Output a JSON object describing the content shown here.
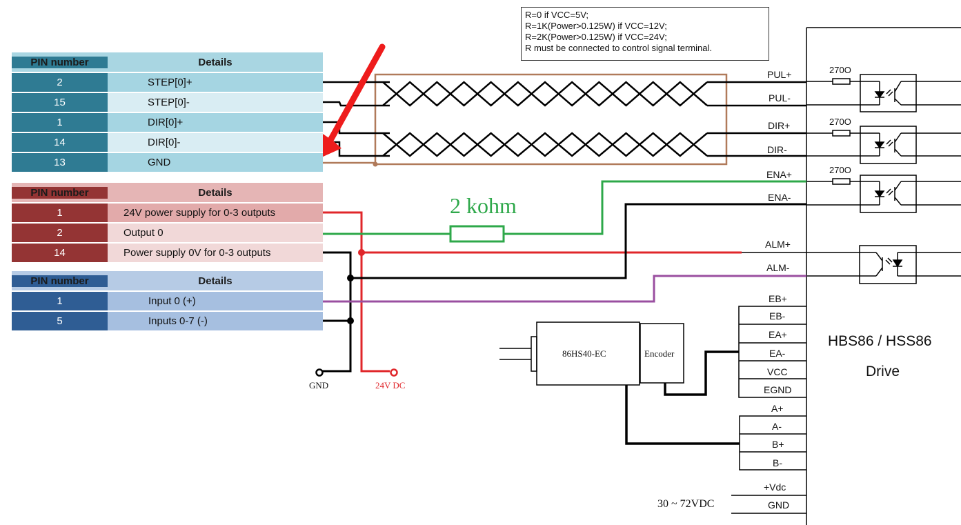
{
  "tables": {
    "step_dir": {
      "header": {
        "pin": "PIN number",
        "details": "Details"
      },
      "rows": [
        {
          "pin": "2",
          "details": "STEP[0]+"
        },
        {
          "pin": "15",
          "details": "STEP[0]-"
        },
        {
          "pin": "1",
          "details": "DIR[0]+"
        },
        {
          "pin": "14",
          "details": "DIR[0]-"
        },
        {
          "pin": "13",
          "details": "GND"
        }
      ],
      "colors": {
        "header": "#a9d6e2",
        "pin_cell": "#2f7b93"
      }
    },
    "outputs": {
      "header": {
        "pin": "PIN number",
        "details": "Details"
      },
      "rows": [
        {
          "pin": "1",
          "details": "24V power supply for 0-3 outputs"
        },
        {
          "pin": "2",
          "details": "Output 0"
        },
        {
          "pin": "14",
          "details": "Power supply 0V for 0-3  outputs"
        }
      ],
      "colors": {
        "header": "#e5b5b5",
        "pin_cell": "#943434"
      }
    },
    "inputs": {
      "header": {
        "pin": "PIN number",
        "details": "Details"
      },
      "rows": [
        {
          "pin": "1",
          "details": "Input 0 (+)"
        },
        {
          "pin": "5",
          "details": "Inputs 0-7 (-)"
        }
      ],
      "colors": {
        "header": "#b6cbe5",
        "pin_cell": "#2f5d94"
      }
    }
  },
  "note": {
    "lines": [
      "R=0 if VCC=5V;",
      "R=1K(Power>0.125W) if VCC=12V;",
      "R=2K(Power>0.125W) if VCC=24V;",
      "R must be connected to control signal terminal."
    ]
  },
  "resistor_label": "2 kohm",
  "ground_label": "GND",
  "supply_label": "24V DC",
  "drive": {
    "title": "HBS86 / HSS86",
    "subtitle": "Drive",
    "terminals": {
      "pul_plus": "PUL+",
      "pul_minus": "PUL-",
      "dir_plus": "DIR+",
      "dir_minus": "DIR-",
      "ena_plus": "ENA+",
      "ena_minus": "ENA-",
      "alm_plus": "ALM+",
      "alm_minus": "ALM-",
      "eb_plus": "EB+",
      "eb_minus": "EB-",
      "ea_plus": "EA+",
      "ea_minus": "EA-",
      "vcc": "VCC",
      "egnd": "EGND",
      "a_plus": "A+",
      "a_minus": "A-",
      "b_plus": "B+",
      "b_minus": "B-",
      "vdc_plus": "+Vdc",
      "gnd": "GND"
    },
    "input_resistor_label": "270O"
  },
  "motor": {
    "model": "86HS40-EC",
    "encoder_label": "Encoder"
  },
  "power_range": "30 ~ 72VDC",
  "colors": {
    "red_wire": "#e0262a",
    "green_wire": "#2ea84a",
    "purple_wire": "#9a4fa0",
    "shield": "#b07a5a",
    "arrow": "#ee1c1c"
  }
}
